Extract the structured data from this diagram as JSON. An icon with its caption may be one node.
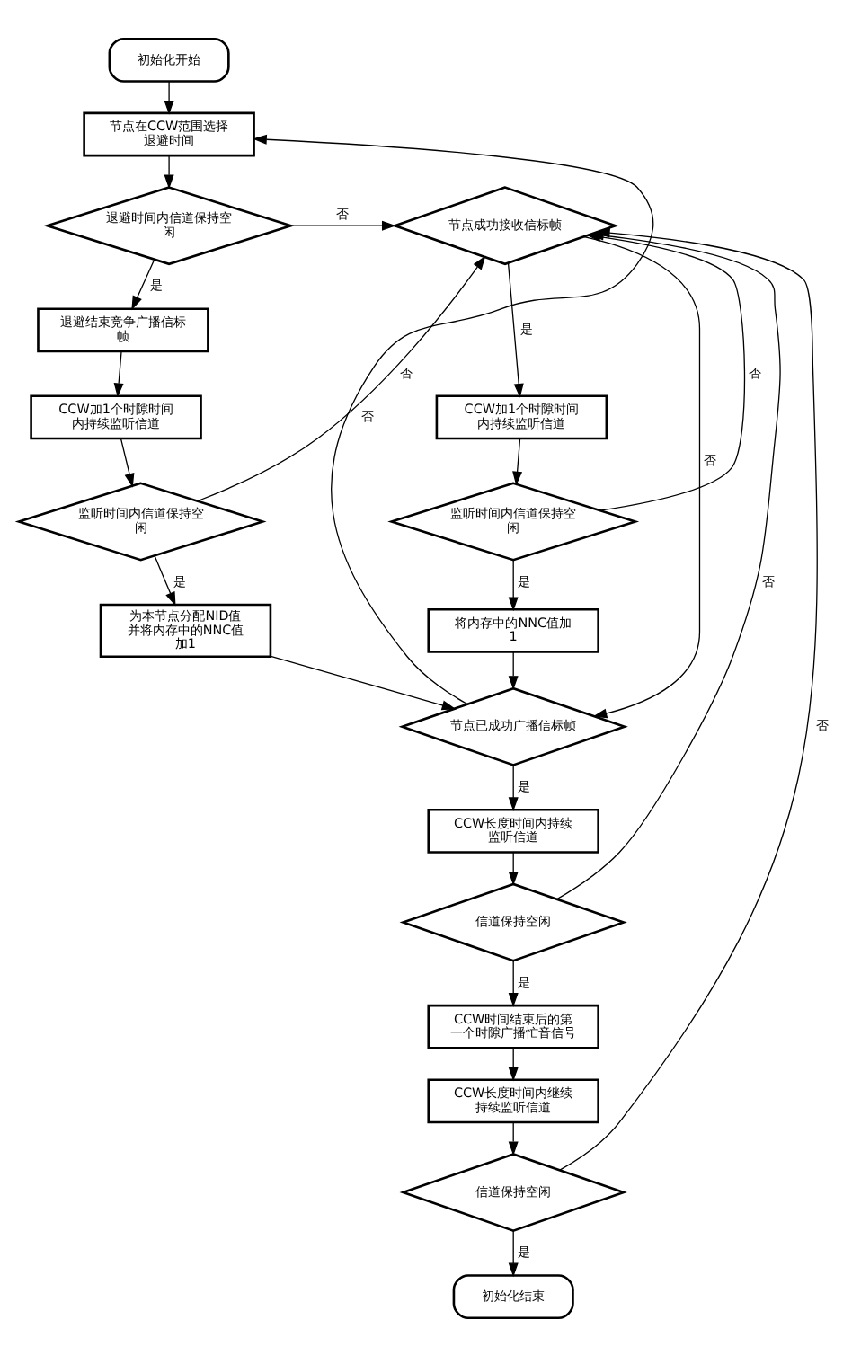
{
  "diagram": {
    "nodes": [
      {
        "text": [
          "初始化开始"
        ]
      },
      {
        "text": [
          "节点在CCW范围选择退避时间"
        ]
      },
      {
        "text": [
          "退避时间内信道保持空闲"
        ]
      },
      {
        "text": [
          "退避结束竞争广播信标帧"
        ]
      },
      {
        "text": [
          "CCW加1个时隙时间内持续监听信道"
        ]
      },
      {
        "text": [
          "监听时间内信道保持空闲"
        ]
      },
      {
        "text": [
          "为本节点分配NID值并将内存中的NNC值加1"
        ]
      },
      {
        "text": [
          "节点成功接收信标帧"
        ]
      },
      {
        "text": [
          "CCW加1个时隙时间内持续监听信道"
        ]
      },
      {
        "text": [
          "监听时间内信道保持空闲"
        ]
      },
      {
        "text": [
          "将内存中的NNC值加1"
        ]
      },
      {
        "text": [
          "节点已成功广播信标帧"
        ]
      },
      {
        "text": [
          "CCW长度时间内持续监听信道"
        ]
      },
      {
        "text": [
          "信道保持空闲"
        ]
      },
      {
        "text": [
          "CCW时间结束后的第一个时隙广播忙音信号"
        ]
      },
      {
        "text": [
          "CCW长度时间内继续持续监听信道"
        ]
      },
      {
        "text": [
          "信道保持空闲"
        ]
      },
      {
        "text": [
          "初始化结束"
        ]
      }
    ],
    "edges": [
      {
        "from": 0,
        "to": 1,
        "arrow": "to"
      },
      {
        "from": 1,
        "to": 2,
        "arrow": "to"
      },
      {
        "from": 2,
        "to": 3,
        "label": "是",
        "arrow": "to"
      },
      {
        "from": 2,
        "to": 7,
        "label": "否",
        "arrow": "to"
      },
      {
        "from": 3,
        "to": 4,
        "arrow": "to"
      },
      {
        "from": 4,
        "to": 5,
        "arrow": "to"
      },
      {
        "from": 5,
        "to": 6,
        "label": "是",
        "arrow": "to"
      },
      {
        "from": 5,
        "to": 7,
        "label": "否",
        "arrow": "to"
      },
      {
        "from": 6,
        "to": 11,
        "arrow": "to"
      },
      {
        "from": 7,
        "to": 8,
        "label": "是",
        "arrow": "to"
      },
      {
        "from": 7,
        "to": 11,
        "label": "否",
        "arrow": "to"
      },
      {
        "from": 8,
        "to": 9,
        "arrow": "to"
      },
      {
        "from": 9,
        "to": 10,
        "label": "是",
        "arrow": "to"
      },
      {
        "from": 9,
        "to": 7,
        "label": "否",
        "arrow": "to"
      },
      {
        "from": 10,
        "to": 11,
        "arrow": "to"
      },
      {
        "from": 11,
        "to": 1,
        "label": "否",
        "arrow": "to"
      },
      {
        "from": 11,
        "to": 12,
        "label": "是",
        "arrow": "to"
      },
      {
        "from": 12,
        "to": 13,
        "arrow": "to"
      },
      {
        "from": 13,
        "to": 7,
        "label": "否",
        "arrow": "to"
      },
      {
        "from": 13,
        "to": 14,
        "label": "是",
        "arrow": "to"
      },
      {
        "from": 14,
        "to": 15,
        "arrow": "to"
      },
      {
        "from": 15,
        "to": 16,
        "arrow": "to"
      },
      {
        "from": 16,
        "to": 7,
        "label": "否",
        "arrow": "to"
      },
      {
        "from": 16,
        "to": 17,
        "label": "是",
        "arrow": "to"
      }
    ]
  }
}
